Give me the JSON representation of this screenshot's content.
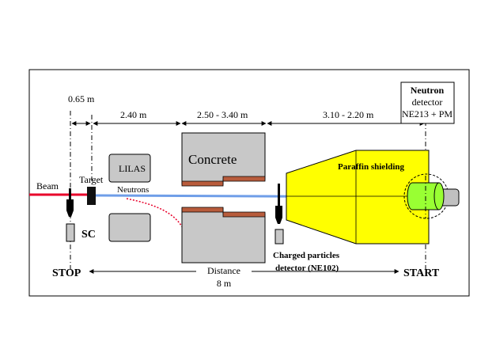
{
  "labels": {
    "dim1": "0.65 m",
    "dim2": "2.40 m",
    "dim3": "2.50 - 3.40 m",
    "dim4": "3.10 - 2.20 m",
    "beam": "Beam",
    "target": "Target",
    "neutrons": "Neutrons",
    "lilas": "LILAS",
    "sc": "SC",
    "concrete": "Concrete",
    "paraffin": "Paraffin shielding",
    "neutron_detector_line1": "Neutron",
    "neutron_detector_line2": "detector",
    "neutron_detector_line3": "NE213 + PM",
    "charged_line1": "Charged particles",
    "charged_line2": "detector (NE102)",
    "distance_line1": "Distance",
    "distance_line2": "8 m",
    "stop": "STOP",
    "start": "START"
  },
  "colors": {
    "beam": "#e8002a",
    "neutron_ray": "#6f9ee8",
    "concrete": "#c8c8c8",
    "brick": "#b85c3c",
    "paraffin": "#ffff00",
    "detector": "#99ff33",
    "pm": "#c0c0c0",
    "red_dotted": "#e8002a"
  }
}
